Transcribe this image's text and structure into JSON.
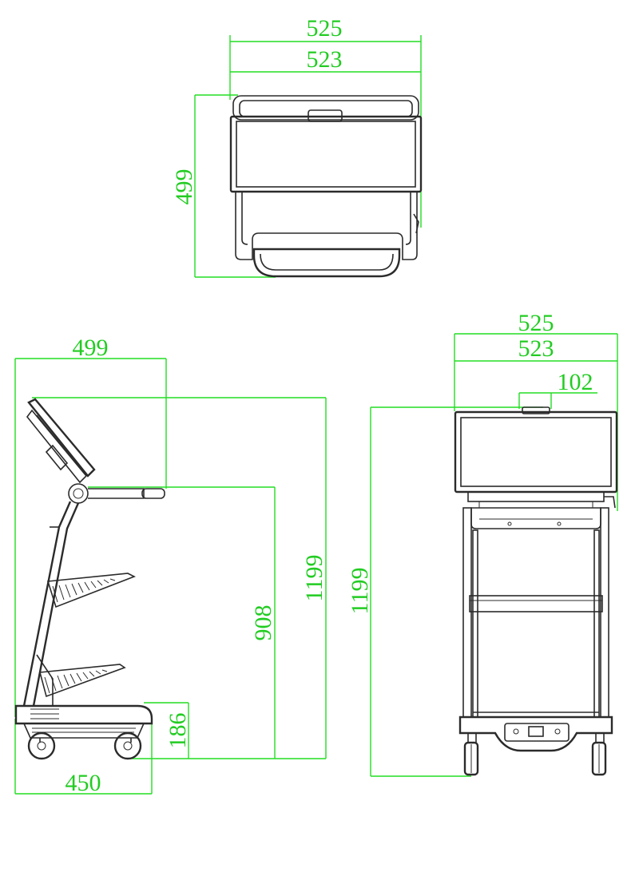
{
  "colors": {
    "dimension": "#22cc22",
    "outline": "#2b2b2b",
    "background": "#ffffff"
  },
  "top_view": {
    "width_outer": "525",
    "width_inner": "523",
    "depth": "499"
  },
  "side_view": {
    "depth": "499",
    "height_total": "1199",
    "height_handle": "908",
    "height_base": "186",
    "base_length": "450"
  },
  "front_view": {
    "width_outer": "525",
    "width_inner": "523",
    "bracket_width": "102",
    "height_total": "1199"
  }
}
